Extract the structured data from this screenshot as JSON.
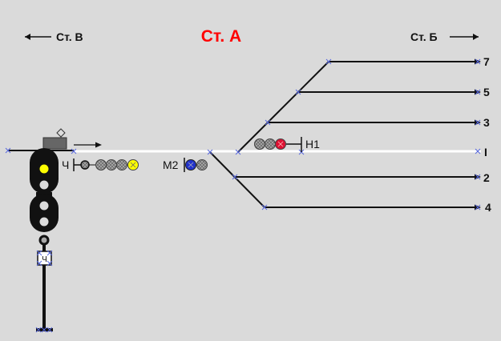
{
  "header": {
    "station_title": "Ст. А",
    "left_direction": "Ст. В",
    "right_direction": "Ст. Б"
  },
  "tracks": [
    {
      "id": "7",
      "label": "7"
    },
    {
      "id": "5",
      "label": "5"
    },
    {
      "id": "3",
      "label": "3"
    },
    {
      "id": "I",
      "label": "I"
    },
    {
      "id": "2",
      "label": "2"
    },
    {
      "id": "4",
      "label": "4"
    }
  ],
  "signals": {
    "ch_label": "Ч",
    "m2_label": "М2",
    "n1_label": "Н1",
    "mast_plate": "Ч"
  },
  "colors": {
    "background": "#dadada",
    "title_red": "#ff0000",
    "main_track": "#ffffff",
    "lamp_yellow": "#ffff00",
    "lamp_blue": "#2233cc",
    "lamp_red": "#dd1133",
    "lamp_off": "#a8a8a8"
  },
  "icons": {
    "left_arrow": "arrow-left-icon",
    "right_arrow": "arrow-right-icon",
    "train": "locomotive-icon"
  }
}
